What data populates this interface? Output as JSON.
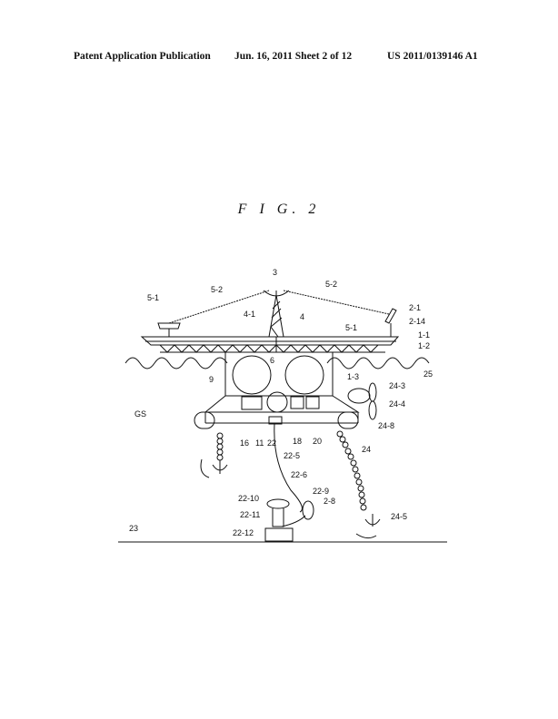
{
  "header": {
    "publication": "Patent Application Publication",
    "date_sheet": "Jun. 16, 2011   Sheet 2 of 12",
    "patent_number": "US 2011/0139146 A1"
  },
  "figure": {
    "title": "F I G. 2",
    "labels": {
      "l3": "3",
      "l5_1a": "5-1",
      "l5_2a": "5-2",
      "l5_2b": "5-2",
      "l2_1": "2-1",
      "l4_1": "4-1",
      "l4": "4",
      "l5_1b": "5-1",
      "l2_14": "2-14",
      "l1_1": "1-1",
      "l1_2": "1-2",
      "l9": "9",
      "l6": "6",
      "l1_3": "1-3",
      "l25": "25",
      "l24_3": "24-3",
      "l24_4": "24-4",
      "lGS": "GS",
      "l24_8": "24-8",
      "l16": "16",
      "l11": "11",
      "l22": "22",
      "l18": "18",
      "l20": "20",
      "l24": "24",
      "l22_5": "22-5",
      "l22_6": "22-6",
      "l22_9": "22-9",
      "l22_10": "22-10",
      "l2_8": "2-8",
      "l22_11": "22-11",
      "l24_5": "24-5",
      "l23": "23",
      "l22_12": "22-12"
    }
  }
}
